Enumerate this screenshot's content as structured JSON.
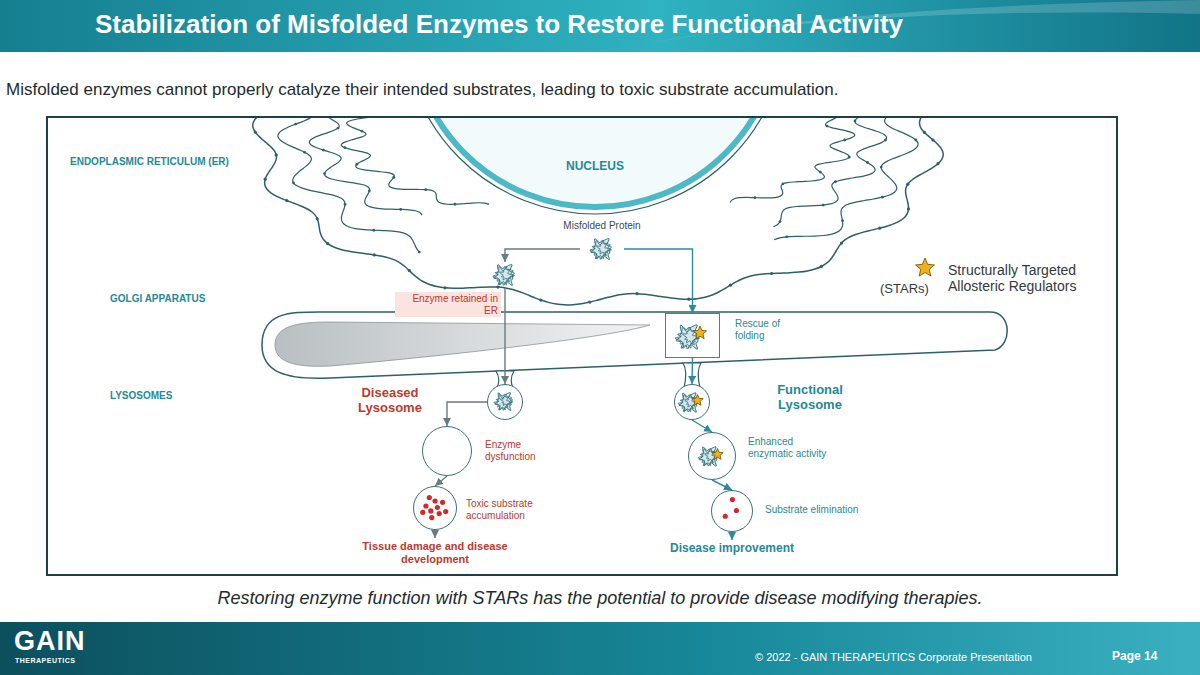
{
  "diagram": {
    "title": "Stabilization of Misfolded Enzymes to Restore Functional Activity",
    "caption": "Restoring enzyme function with STARs has the potential to provide disease modifying therapies.",
    "nodes": [
      {
        "text": [
          "NUCLEUS"
        ]
      },
      {
        "text": [
          "Misfolded Protein"
        ]
      },
      {
        "text": [
          "Enzyme retained in ER"
        ]
      },
      {
        "text": [
          "Rescue of folding"
        ]
      },
      {
        "text": [
          "Diseased Lysosome"
        ]
      },
      {
        "text": [
          "Functional Lysosome"
        ]
      },
      {
        "text": [
          "Enzyme dysfunction"
        ]
      },
      {
        "text": [
          "Toxic substrate accumulation"
        ]
      },
      {
        "text": [
          "Enhanced enzymatic activity"
        ]
      },
      {
        "text": [
          "Substrate elimination"
        ]
      },
      {
        "text": [
          "Tissue damage and disease development"
        ]
      },
      {
        "text": [
          "Disease improvement"
        ]
      }
    ],
    "edges": [
      {
        "from": 1,
        "to": 2,
        "arrow": "to"
      },
      {
        "from": 1,
        "to": 3,
        "arrow": "to"
      },
      {
        "from": 2,
        "to": 4,
        "arrow": "to"
      },
      {
        "from": 3,
        "to": 5,
        "arrow": "to"
      },
      {
        "from": 4,
        "to": 6,
        "arrow": "to"
      },
      {
        "from": 6,
        "to": 7,
        "arrow": "to"
      },
      {
        "from": 7,
        "to": 10,
        "arrow": "to"
      },
      {
        "from": 5,
        "to": 8,
        "arrow": "to"
      },
      {
        "from": 8,
        "to": 9,
        "arrow": "to"
      },
      {
        "from": 9,
        "to": 11,
        "arrow": "to"
      }
    ],
    "labels": [
      "Misfolded enzymes cannot properly catalyze their intended substrates, leading to toxic substrate accumulation.",
      "ENDOPLASMIC RETICULUM (ER)",
      "GOLGI APPARATUS",
      "LYSOSOMES",
      "(STARs)",
      "GAIN",
      "THERAPEUTICS",
      "© 2022 - GAIN THERAPEUTICS Corporate Presentation",
      "Page 14"
    ],
    "legend": [
      {
        "text": "Structurally Targeted Allosteric Regulators"
      }
    ]
  }
}
